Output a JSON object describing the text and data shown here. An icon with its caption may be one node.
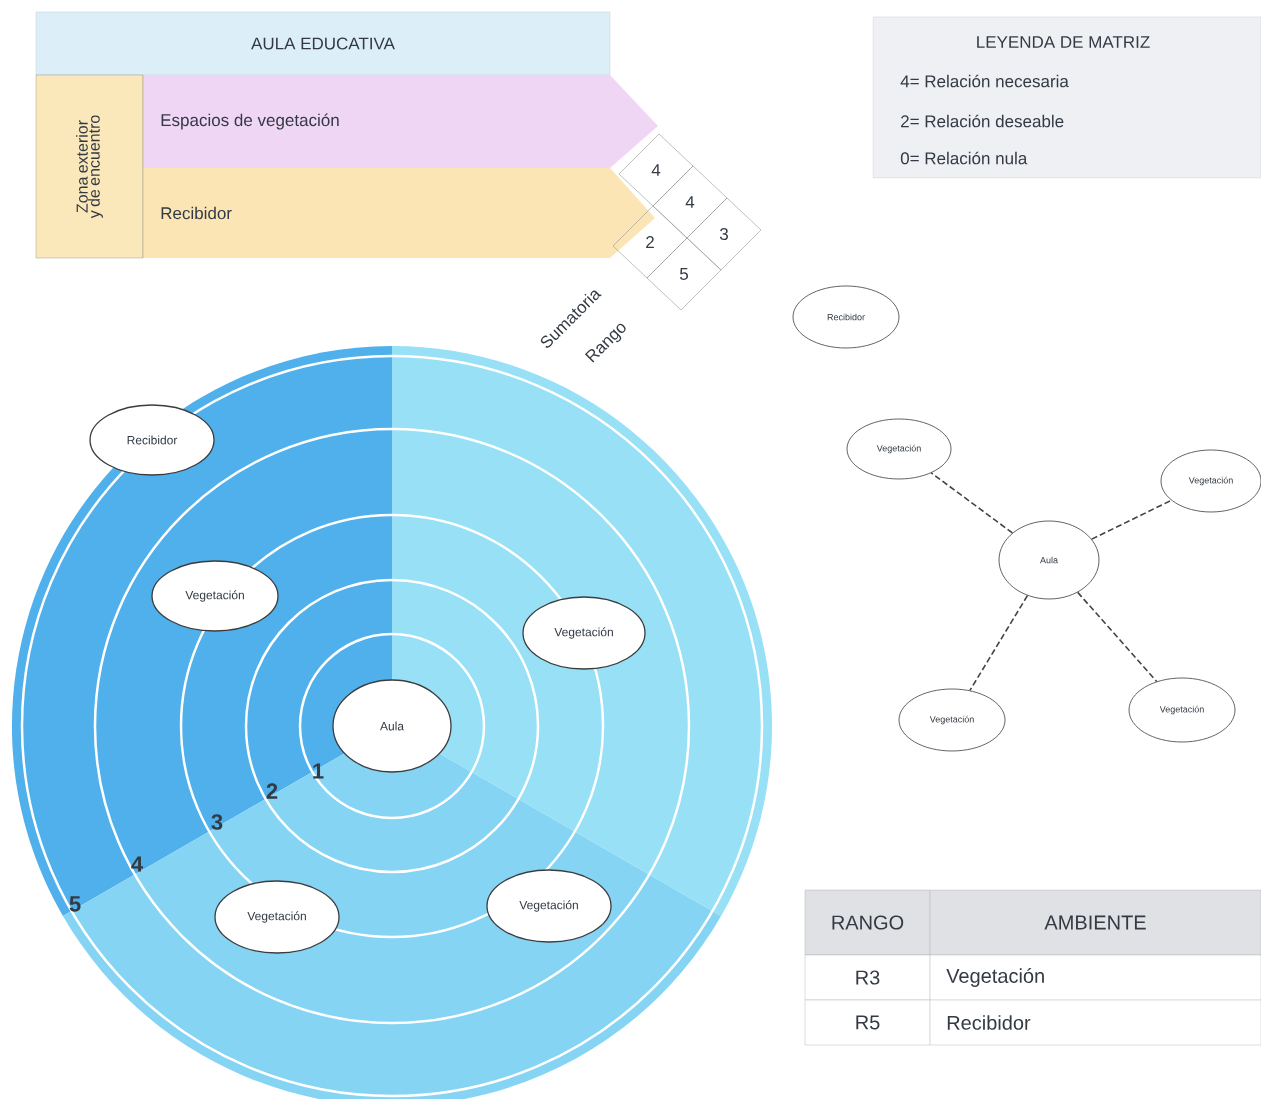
{
  "diagram": {
    "nodes": [
      {
        "text": [
          "AULA EDUCATIVA"
        ]
      },
      {
        "text": [
          "Zona exterior y de encuentro"
        ]
      },
      {
        "text": [
          "Espacios de vegetación"
        ]
      },
      {
        "text": [
          "Recibidor"
        ]
      },
      {
        "text": [
          "LEYENDA DE MATRIZ",
          "4= Relación necesaria",
          "2= Relación deseable",
          "0= Relación nula"
        ]
      },
      {
        "text": [
          "Recibidor"
        ]
      },
      {
        "text": [
          "Vegetación"
        ]
      },
      {
        "text": [
          "Vegetación"
        ]
      },
      {
        "text": [
          "Aula"
        ]
      },
      {
        "text": [
          "Vegetación"
        ]
      },
      {
        "text": [
          "Vegetación"
        ]
      },
      {
        "text": [
          "Recibidor"
        ]
      },
      {
        "text": [
          "Vegetación"
        ]
      },
      {
        "text": [
          "Vegetación"
        ]
      },
      {
        "text": [
          "Aula"
        ]
      },
      {
        "text": [
          "Vegetación"
        ]
      },
      {
        "text": [
          "Vegetación"
        ]
      }
    ],
    "edges": [
      {
        "from": 14,
        "to": 12,
        "arrow": "none",
        "style": "dashed"
      },
      {
        "from": 14,
        "to": 13,
        "arrow": "none",
        "style": "dashed"
      },
      {
        "from": 14,
        "to": 15,
        "arrow": "none",
        "style": "dashed"
      },
      {
        "from": 14,
        "to": 16,
        "arrow": "none",
        "style": "dashed"
      }
    ],
    "labels": [
      "4",
      "4",
      "3",
      "2",
      "5",
      "Sumatoria",
      "Rango",
      "1",
      "2",
      "3",
      "4",
      "5",
      "RANGO",
      "AMBIENTE",
      "R3",
      "Vegetación",
      "R5",
      "Recibidor"
    ]
  }
}
